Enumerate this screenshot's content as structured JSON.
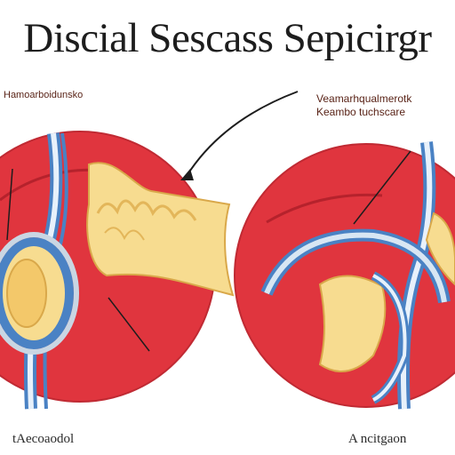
{
  "title": "Discial Sescass Sepicirgr",
  "labels": {
    "top_left": "Hamoarboidunsko",
    "top_right": "Veamarhqualmerotk Keambo tuchscare",
    "bottom_left": "tAecoaodol",
    "bottom_right": "A ncitgaon"
  },
  "colors": {
    "tissue_red": "#e0353e",
    "disc_yellow": "#f7dc90",
    "nerve_blue": "#4a82c4",
    "outline": "#1d1d1d"
  }
}
